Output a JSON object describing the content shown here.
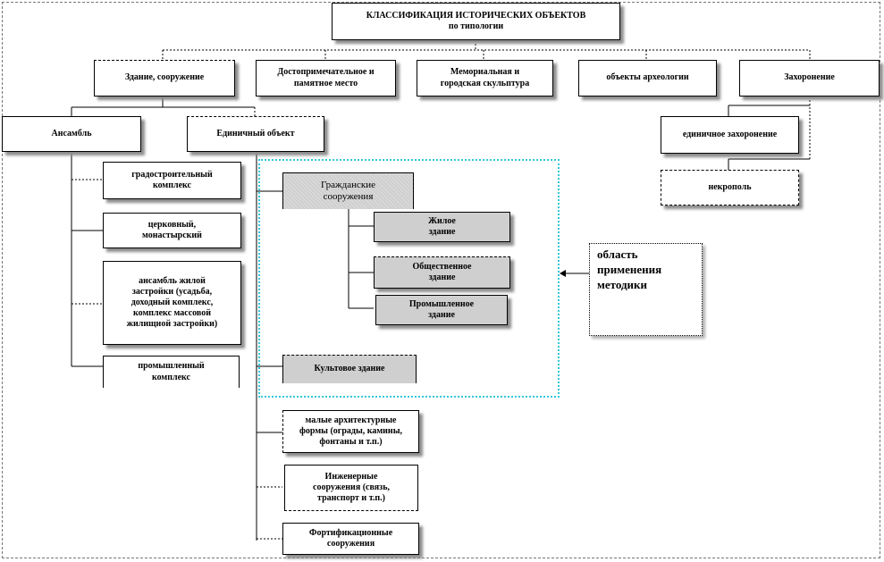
{
  "diagram": {
    "root": "КЛАССИФИКАЦИЯ ИСТОРИЧЕСКИХ ОБЪЕКТОВ\nпо типологии",
    "categories": {
      "building": "Здание, сооружение",
      "landmark": "Достопримечательное  и\nпамятное  место",
      "memorial": "Мемориальная  и\nгородская  скульптура",
      "archaeology": "объекты археологии",
      "burial": "Захоронение"
    },
    "building_children": {
      "ensemble": "Ансамбль",
      "single": "Единичный  объект"
    },
    "ensemble_children": [
      "градостроительный\nкомплекс",
      "церковный,\nмонастырский",
      "ансамбль жилой\nзастройки (усадьба,\nдоходный комплекс,\nкомплекс массовой\nжилищной застройки)",
      "промышленный\nкомплекс"
    ],
    "single_children": {
      "civil": "Гражданские\nсооружения",
      "civil_children": [
        "Жилое\nздание",
        "Общественное\nздание",
        "Промышленное\nздание"
      ],
      "religious": "Культовое здание",
      "small_forms": "малые архитектурные\nформы (ограды, камины,\nфонтаны и т.п.)",
      "engineering": "Инженерные\nсооружения (связь,\nтранспорт и т.п.)",
      "fortification": "Фортификационные\nсооружения"
    },
    "burial_children": [
      "единичное захоронение",
      "некрополь"
    ],
    "method_area": "область\nприменения\nметодики"
  },
  "colors": {
    "area_border": "#33c7d9",
    "grey_fill": "#cfcfcf",
    "shadow": "#8c8c8c"
  }
}
